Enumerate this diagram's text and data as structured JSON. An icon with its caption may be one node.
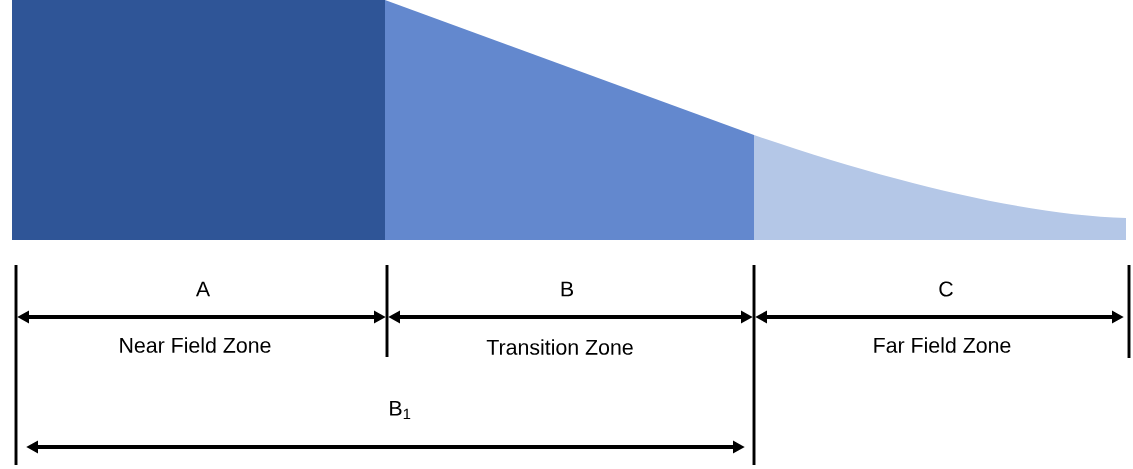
{
  "diagram": {
    "labels": [
      "A",
      "B",
      "C",
      "Near Field Zone",
      "Transition Zone",
      "Far Field Zone",
      "B$_{1}$"
    ]
  }
}
